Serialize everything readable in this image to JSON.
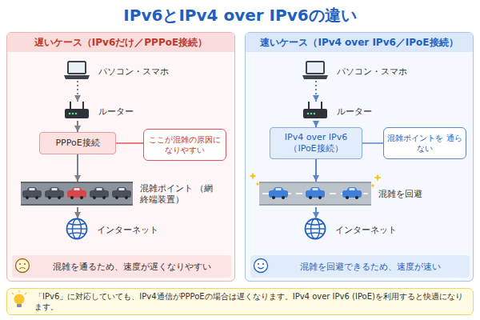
{
  "diagram": {
    "title": "IPv6とIPv4 over IPv6の違い",
    "nodes": [
      {
        "text": [
          "遅いケース（IPv6だけ／PPPoE接続）"
        ]
      },
      {
        "text": [
          "パソコン・スマホ"
        ],
        "in": 0
      },
      {
        "text": [
          "ルーター"
        ],
        "in": 0
      },
      {
        "text": [
          "PPPoE接続"
        ],
        "in": 0
      },
      {
        "text": [
          "ここが混雑の原因に なりやすい"
        ],
        "in": 0
      },
      {
        "text": [
          "混雑ポイント （網終端装置）"
        ],
        "in": 0
      },
      {
        "text": [
          "インターネット"
        ],
        "in": 0
      },
      {
        "text": [
          "混雑を通るため、速度が遅くなりやすい"
        ],
        "in": 0
      },
      {
        "text": [
          "速いケース（IPv4 over IPv6／IPoE接続）"
        ]
      },
      {
        "text": [
          "パソコン・スマホ"
        ],
        "in": 8
      },
      {
        "text": [
          "ルーター"
        ],
        "in": 8
      },
      {
        "text": [
          "IPv4 over IPv6 （IPoE接続）"
        ],
        "in": 8
      },
      {
        "text": [
          "混雑ポイントを 通らない"
        ],
        "in": 8
      },
      {
        "text": [
          "混雑を回避"
        ],
        "in": 8
      },
      {
        "text": [
          "インターネット"
        ],
        "in": 8
      },
      {
        "text": [
          "混雑を回避できるため、速度が速い"
        ],
        "in": 8
      },
      {
        "text": [
          "「IPv6」に対応していても、IPv4通信がPPPoEの場合は遅くなります。IPv4 over IPv6 (IPoE)を利用すると快適になります。"
        ]
      }
    ],
    "edges": [
      {
        "from": 1,
        "to": 2,
        "arrow": "to"
      },
      {
        "from": 2,
        "to": 3,
        "arrow": "to"
      },
      {
        "from": 3,
        "to": 5,
        "arrow": "to"
      },
      {
        "from": 5,
        "to": 6,
        "arrow": "to"
      },
      {
        "from": 4,
        "to": 3,
        "arrow": "none"
      },
      {
        "from": 9,
        "to": 10,
        "arrow": "to"
      },
      {
        "from": 10,
        "to": 11,
        "arrow": "to"
      },
      {
        "from": 11,
        "to": 13,
        "arrow": "to"
      },
      {
        "from": 13,
        "to": 14,
        "arrow": "to"
      },
      {
        "from": 12,
        "to": 11,
        "arrow": "none"
      }
    ]
  }
}
